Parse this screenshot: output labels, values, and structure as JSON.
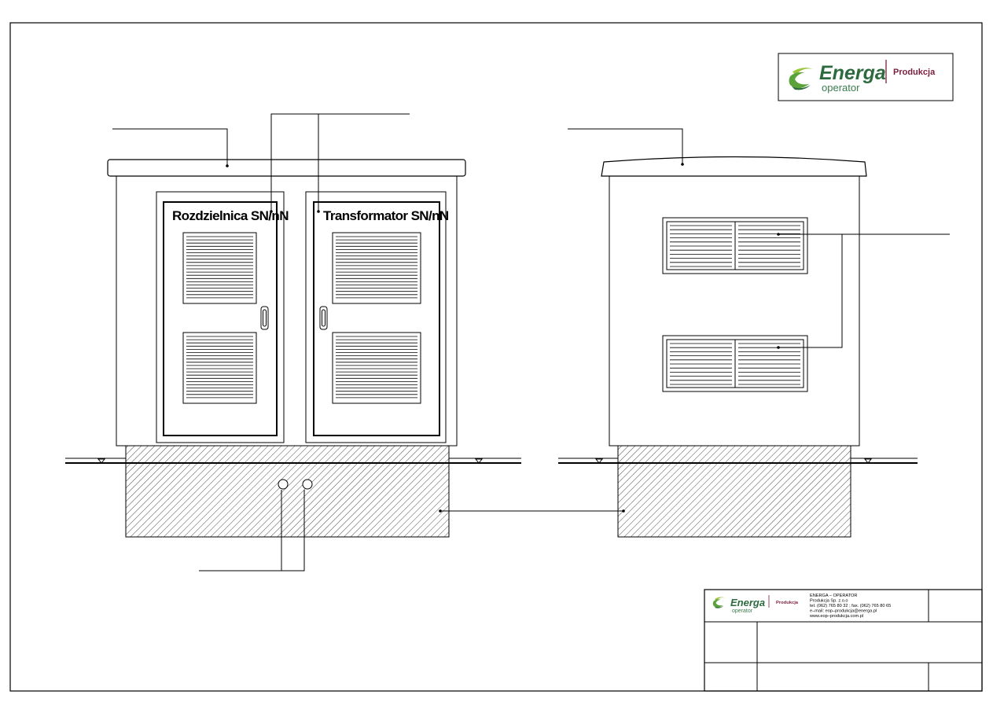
{
  "labels": {
    "left_door": "Rozdzielnica SN/nN",
    "right_door": "Transformator SN/nN"
  },
  "logo": {
    "brand": "Energa",
    "sub": "operator",
    "division": "Produkcja"
  },
  "title_block": {
    "company_line1": "ENERGA – OPERATOR",
    "company_line2": "Produkcja Sp. z.o.o",
    "phone": "tel. (062) 765 80 32 ; fax. (062) 765 80 65",
    "email": "e–mail: eop–produkcja@energa.pl",
    "www": "www.eop–produkcja.com.pl"
  },
  "colors": {
    "logo_green": "#2d6b3f",
    "logo_leaf_light": "#9bc53d",
    "logo_accent": "#7a1f3d"
  }
}
